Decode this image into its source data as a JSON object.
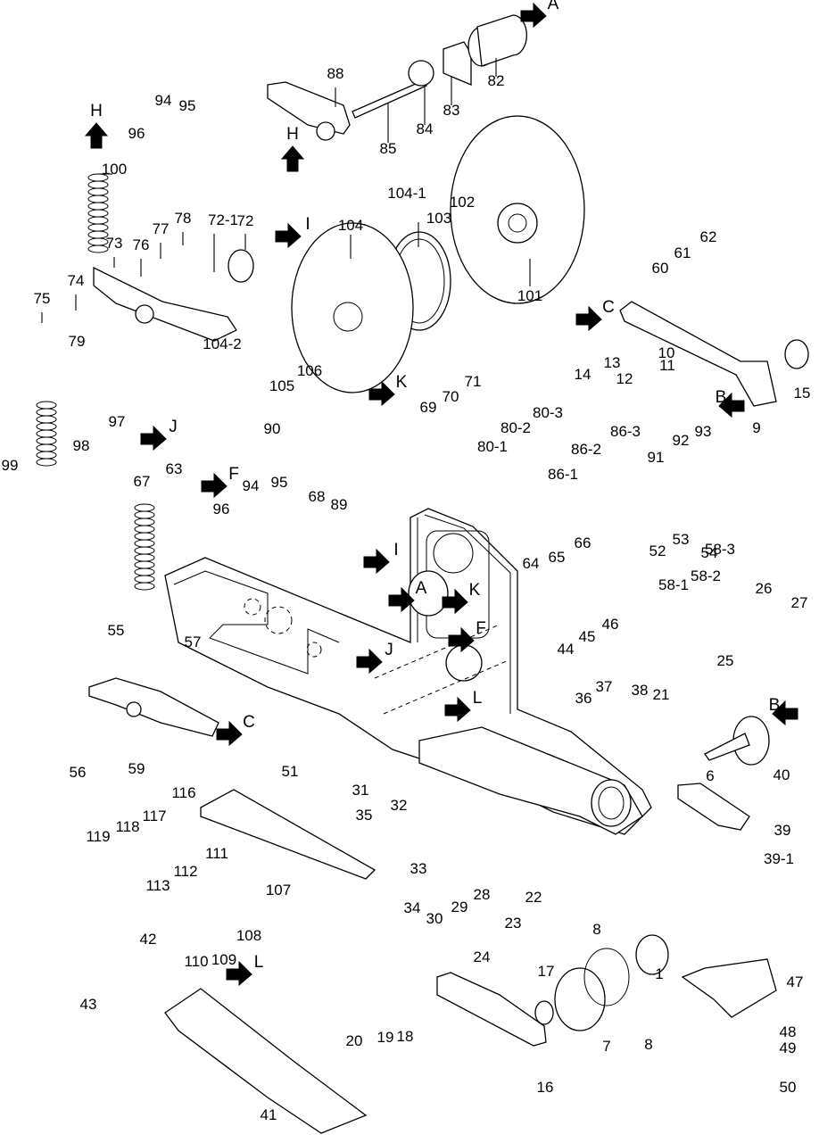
{
  "title": "Exploded parts diagram",
  "part_labels": [
    "1",
    "6",
    "7",
    "8",
    "8",
    "9",
    "10",
    "11",
    "12",
    "13",
    "14",
    "15",
    "16",
    "17",
    "18",
    "19",
    "20",
    "21",
    "22",
    "23",
    "24",
    "25",
    "26",
    "27",
    "28",
    "29",
    "30",
    "31",
    "32",
    "33",
    "34",
    "35",
    "36",
    "37",
    "38",
    "39",
    "39-1",
    "40",
    "41",
    "42",
    "43",
    "44",
    "45",
    "46",
    "47",
    "48",
    "49",
    "50",
    "51",
    "52",
    "53",
    "54",
    "55",
    "56",
    "57",
    "58-1",
    "58-2",
    "58-3",
    "59",
    "60",
    "61",
    "62",
    "63",
    "64",
    "65",
    "66",
    "67",
    "68",
    "69",
    "70",
    "71",
    "72",
    "72-1",
    "73",
    "74",
    "75",
    "76",
    "77",
    "78",
    "79",
    "80-1",
    "80-2",
    "80-3",
    "82",
    "83",
    "84",
    "85",
    "86-1",
    "86-2",
    "86-3",
    "88",
    "89",
    "90",
    "91",
    "92",
    "93",
    "94",
    "94",
    "95",
    "95",
    "96",
    "96",
    "97",
    "98",
    "99",
    "100",
    "101",
    "102",
    "103",
    "104",
    "104-1",
    "104-2",
    "105",
    "106",
    "107",
    "108",
    "109",
    "110",
    "111",
    "112",
    "113",
    "116",
    "117",
    "118",
    "119"
  ],
  "connector_arrows": [
    "A",
    "A",
    "B",
    "B",
    "C",
    "C",
    "F",
    "F",
    "H",
    "H",
    "I",
    "I",
    "J",
    "J",
    "K",
    "K",
    "L",
    "L"
  ]
}
